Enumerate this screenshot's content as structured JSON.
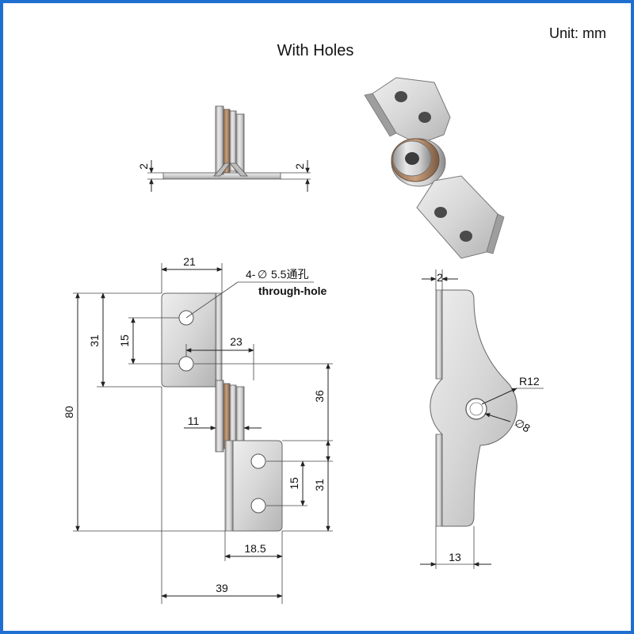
{
  "title": "With Holes",
  "unit": "Unit:  mm",
  "hole_note": {
    "prefix": "4-",
    "diameter_symbol": "∅",
    "size": "5.5通孔",
    "text": "through-hole"
  },
  "dimensions": {
    "top_thickness_left": "2",
    "top_thickness_right": "2",
    "width_top_leaf": "21",
    "hole_pitch_top": "15",
    "leaf_height_top": "31",
    "total_height": "80",
    "offset_23": "23",
    "offset_11": "11",
    "leaf_offset_36": "36",
    "hole_pitch_bottom": "15",
    "leaf_height_bottom": "31",
    "width_18_5": "18.5",
    "total_width": "39",
    "side_thickness": "2",
    "radius": "R12",
    "bore_diameter": "∅8",
    "side_width": "13"
  },
  "colors": {
    "border": "#1f6fd1",
    "metal_light": "#e4e4e4",
    "metal_mid": "#c2c2c2",
    "metal_dark": "#8a8a8a",
    "line": "#222222"
  }
}
